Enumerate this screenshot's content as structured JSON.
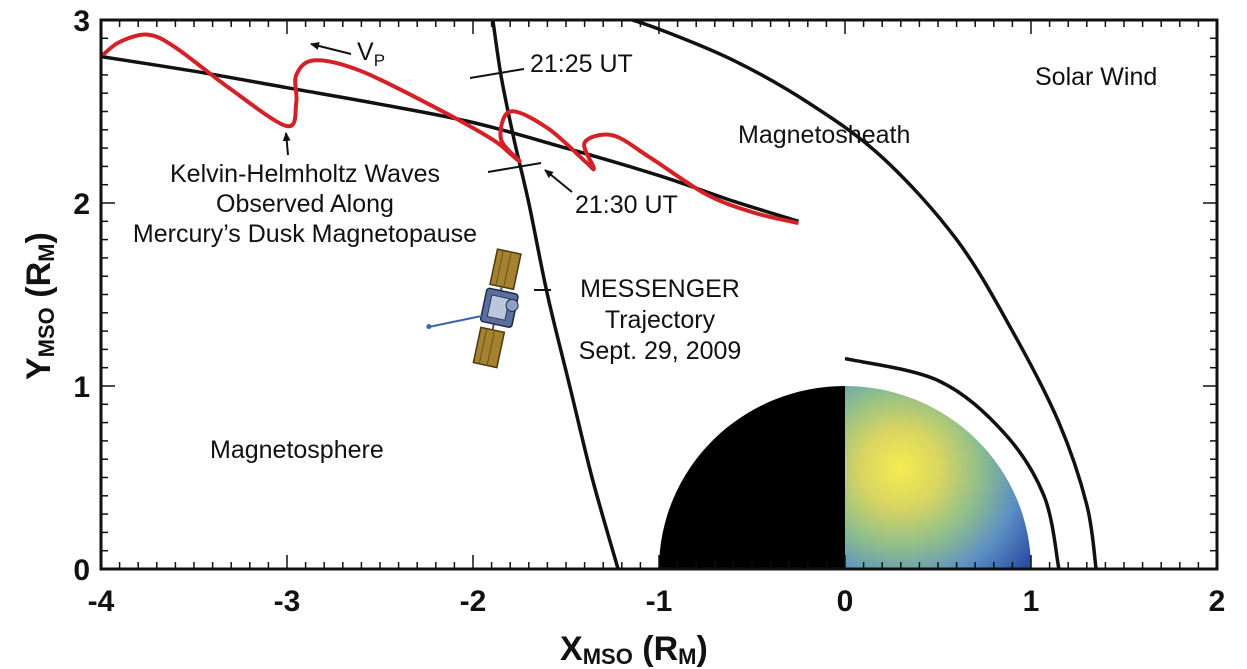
{
  "chart_data": {
    "type": "diagram",
    "xlim": [
      -4,
      2
    ],
    "ylim": [
      0,
      3
    ],
    "x_ticks": [
      "-4",
      "-3",
      "-2",
      "-1",
      "0",
      "1",
      "2"
    ],
    "y_ticks": [
      "0",
      "1",
      "2",
      "3"
    ],
    "xlabel": {
      "main": "X",
      "sub": "MSO",
      "unit_open": " (R",
      "unit_sub": "M",
      "unit_close": ")"
    },
    "ylabel": {
      "main": "Y",
      "sub": "MSO",
      "unit_open": " (R",
      "unit_sub": "M",
      "unit_close": ")"
    },
    "regions": {
      "solar_wind": "Solar Wind",
      "magnetosheath": "Magnetosheath",
      "magnetosphere": "Magnetosphere"
    },
    "annotations": {
      "vp_main": "V",
      "vp_sub": "P",
      "time_start": "21:25 UT",
      "time_end": "21:30 UT",
      "kh_waves": [
        "Kelvin-Helmholtz Waves",
        "Observed Along",
        "Mercury’s Dusk Magnetopause"
      ],
      "trajectory": [
        "MESSENGER",
        "Trajectory",
        "Sept. 29, 2009"
      ]
    },
    "magnetopause_curve": {
      "x": [
        -4.0,
        -3.5,
        -3.0,
        -2.5,
        -2.0,
        -1.5,
        -1.0,
        -0.6,
        -0.25
      ],
      "y": [
        2.8,
        2.72,
        2.63,
        2.54,
        2.44,
        2.3,
        2.15,
        2.01,
        1.9
      ]
    },
    "bow_shock_curve": {
      "x": [
        -1.3,
        -1.0,
        -0.6,
        -0.2,
        0.2,
        0.6,
        0.9,
        1.15,
        1.3,
        1.35
      ],
      "y": [
        3.05,
        2.95,
        2.78,
        2.55,
        2.25,
        1.8,
        1.3,
        0.8,
        0.35,
        0.0
      ]
    },
    "trajectory_curve": {
      "x": [
        -1.9,
        -1.85,
        -1.78,
        -1.7,
        -1.6,
        -1.48,
        -1.36,
        -1.22
      ],
      "y": [
        3.05,
        2.7,
        2.35,
        2.0,
        1.5,
        1.0,
        0.5,
        0.0
      ]
    },
    "mercury_orbit_curve": {
      "x": [
        0.0,
        0.5,
        0.85,
        1.07,
        1.15
      ],
      "y": [
        1.15,
        1.03,
        0.75,
        0.4,
        0.0
      ]
    },
    "kh_wave_curve": {
      "x": [
        -4.0,
        -3.9,
        -3.75,
        -3.6,
        -3.3,
        -3.0,
        -2.95,
        -2.95,
        -2.85,
        -2.6,
        -2.2,
        -1.9,
        -1.8,
        -1.75,
        -1.85,
        -1.8,
        -1.6,
        -1.4,
        -1.35,
        -1.4,
        -1.25,
        -1.05,
        -0.75,
        -0.5,
        -0.25
      ],
      "y": [
        2.8,
        2.88,
        2.92,
        2.85,
        2.62,
        2.42,
        2.55,
        2.7,
        2.78,
        2.72,
        2.52,
        2.35,
        2.27,
        2.23,
        2.35,
        2.5,
        2.41,
        2.23,
        2.19,
        2.33,
        2.37,
        2.25,
        2.05,
        1.95,
        1.89
      ]
    },
    "mercury_radius": 1.0,
    "colors": {
      "kh_wave": "#d42027",
      "curves": "#111111",
      "night_side": "#000000"
    }
  }
}
